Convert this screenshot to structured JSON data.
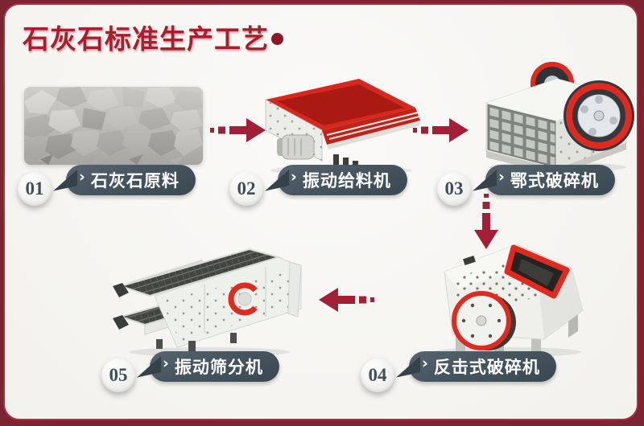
{
  "page_title": "石灰石标准生产工艺",
  "process_flow": {
    "steps": [
      {
        "number": "01",
        "label": "石灰石原料",
        "illustration": "limestone-rocks-photo"
      },
      {
        "number": "02",
        "label": "振动给料机",
        "illustration": "vibrating-feeder-machine"
      },
      {
        "number": "03",
        "label": "鄂式破碎机",
        "illustration": "jaw-crusher-machine"
      },
      {
        "number": "04",
        "label": "反击式破碎机",
        "illustration": "impact-crusher-machine"
      },
      {
        "number": "05",
        "label": "振动筛分机",
        "illustration": "vibrating-screen-machine"
      }
    ],
    "connections": [
      {
        "from": "01",
        "to": "02",
        "direction": "right"
      },
      {
        "from": "02",
        "to": "03",
        "direction": "right"
      },
      {
        "from": "03",
        "to": "04",
        "direction": "down"
      },
      {
        "from": "04",
        "to": "05",
        "direction": "left"
      }
    ]
  },
  "icons": {
    "chevron": "›",
    "title_dot": "circle"
  },
  "colors": {
    "frame": "#7d2433",
    "card_border": "#a82f3e",
    "card_bg": "#f6f5f2",
    "title_red": "#a81e2c",
    "arrow_red": "#a31f36",
    "bubble_slate": "#46555f",
    "machine_red": "#d6291d",
    "machine_white": "#ecece8"
  }
}
